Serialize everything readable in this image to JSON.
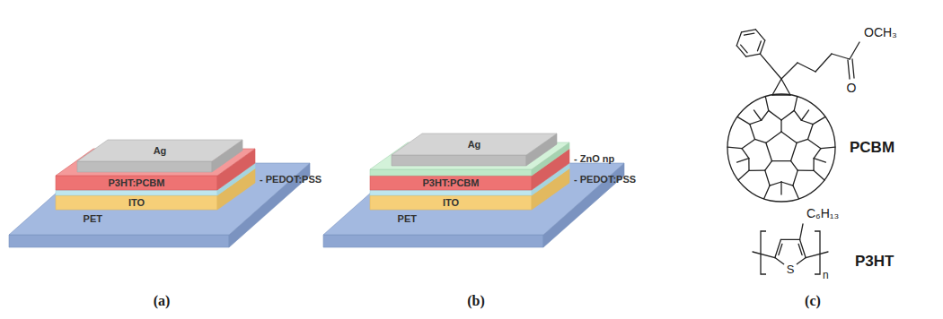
{
  "diagram": {
    "nodes": [
      {
        "text": [
          "Ag"
        ]
      },
      {
        "text": [
          "P3HT:PCBM"
        ]
      },
      {
        "text": [
          "- PEDOT:PSS"
        ]
      },
      {
        "text": [
          "ITO"
        ]
      },
      {
        "text": [
          "PET"
        ]
      },
      {
        "text": [
          "Ag"
        ]
      },
      {
        "text": [
          "- ZnO np"
        ]
      },
      {
        "text": [
          "P3HT:PCBM"
        ]
      },
      {
        "text": [
          "- PEDOT:PSS"
        ]
      },
      {
        "text": [
          "ITO"
        ]
      },
      {
        "text": [
          "PET"
        ]
      }
    ],
    "labels": [
      "(a)",
      "(b)",
      "(c)",
      "OCH₃",
      "O",
      "PCBM",
      "C₆H₁₃",
      "S",
      "n",
      "P3HT"
    ]
  }
}
